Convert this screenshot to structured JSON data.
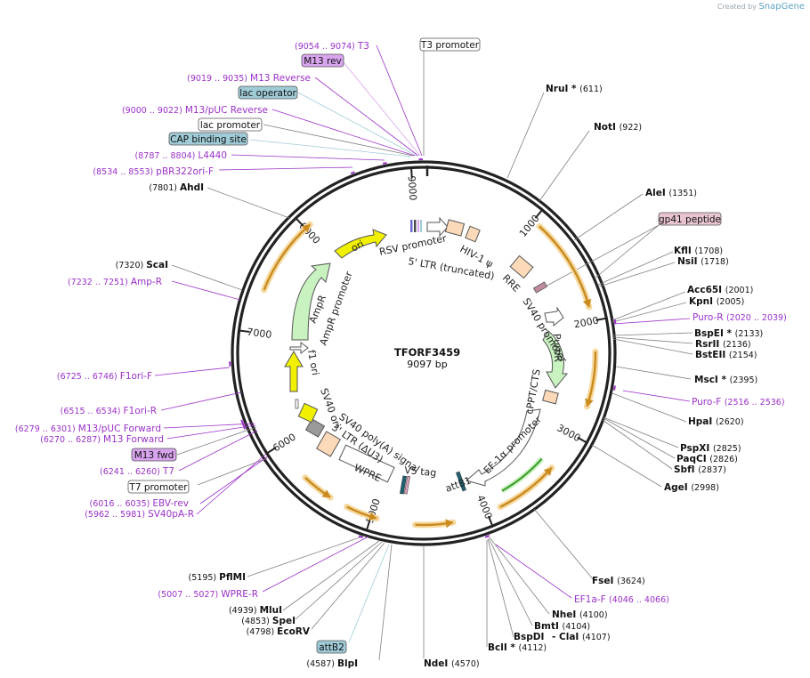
{
  "credit": {
    "created_by": "Created by",
    "brand": "SnapGene"
  },
  "plasmid": {
    "name": "TFORF3459",
    "length": "9097 bp"
  },
  "ticks": [
    {
      "label": "1000"
    },
    {
      "label": "2000"
    },
    {
      "label": "3000"
    },
    {
      "label": "4000"
    },
    {
      "label": "5000"
    },
    {
      "label": "6000"
    },
    {
      "label": "7000"
    },
    {
      "label": "8000"
    },
    {
      "label": "9000"
    }
  ],
  "enzymes": [
    {
      "name": "NruI *",
      "pos": "(611)"
    },
    {
      "name": "NotI",
      "pos": "(922)"
    },
    {
      "name": "AleI",
      "pos": "(1351)"
    },
    {
      "name": "KflI",
      "pos": "(1708)"
    },
    {
      "name": "NsiI",
      "pos": "(1718)"
    },
    {
      "name": "Acc65I",
      "pos": "(2001)"
    },
    {
      "name": "KpnI",
      "pos": "(2005)"
    },
    {
      "name": "BspEI *",
      "pos": "(2133)"
    },
    {
      "name": "RsrII",
      "pos": "(2136)"
    },
    {
      "name": "BstEII",
      "pos": "(2154)"
    },
    {
      "name": "MscI *",
      "pos": "(2395)"
    },
    {
      "name": "HpaI",
      "pos": "(2620)"
    },
    {
      "name": "PspXI",
      "pos": "(2825)"
    },
    {
      "name": "PaqCI",
      "pos": "(2826)"
    },
    {
      "name": "SbfI",
      "pos": "(2837)"
    },
    {
      "name": "AgeI",
      "pos": "(2998)"
    },
    {
      "name": "FseI",
      "pos": "(3624)"
    },
    {
      "name": "NheI",
      "pos": "(4100)"
    },
    {
      "name": "BmtI",
      "pos": "(4104)"
    },
    {
      "name": "BspDI",
      "pos": ""
    },
    {
      "name": "- ClaI",
      "pos": "(4107)"
    },
    {
      "name": "BclI *",
      "pos": "(4112)"
    },
    {
      "name": "NdeI",
      "pos": "(4570)"
    },
    {
      "name": "BlpI",
      "pos": "(4587)"
    },
    {
      "name": "EcoRV",
      "pos": "(4798)"
    },
    {
      "name": "SpeI",
      "pos": "(4853)"
    },
    {
      "name": "MluI",
      "pos": "(4939)"
    },
    {
      "name": "PflMI",
      "pos": "(5195)"
    },
    {
      "name": "AhdI",
      "pos": "(7801)"
    },
    {
      "name": "ScaI",
      "pos": "(7320)"
    }
  ],
  "primers": [
    {
      "name": "T3",
      "pos": "(9054 .. 9074)"
    },
    {
      "name": "M13 Reverse",
      "pos": "(9019 .. 9035)"
    },
    {
      "name": "M13/pUC Reverse",
      "pos": "(9000 .. 9022)"
    },
    {
      "name": "L4440",
      "pos": "(8787 .. 8804)"
    },
    {
      "name": "pBR322ori-F",
      "pos": "(8534 .. 8553)"
    },
    {
      "name": "Amp-R",
      "pos": "(7232 .. 7251)"
    },
    {
      "name": "F1ori-F",
      "pos": "(6725 .. 6746)"
    },
    {
      "name": "F1ori-R",
      "pos": "(6515 .. 6534)"
    },
    {
      "name": "M13/pUC Forward",
      "pos": "(6279 .. 6301)"
    },
    {
      "name": "M13 Forward",
      "pos": "(6270 .. 6287)"
    },
    {
      "name": "T7",
      "pos": "(6241 .. 6260)"
    },
    {
      "name": "EBV-rev",
      "pos": "(6016 .. 6035)"
    },
    {
      "name": "SV40pA-R",
      "pos": "(5962 .. 5981)"
    },
    {
      "name": "WPRE-R",
      "pos": "(5007 .. 5027)"
    },
    {
      "name": "Puro-R",
      "pos": "(2020 .. 2039)"
    },
    {
      "name": "Puro-F",
      "pos": "(2516 .. 2536)"
    },
    {
      "name": "EF1a-F",
      "pos": "(4046 .. 4066)"
    }
  ],
  "boxed_labels": [
    {
      "text": "T3 promoter",
      "kind": "promoter"
    },
    {
      "text": "M13 rev",
      "kind": "primer-bind"
    },
    {
      "text": "lac operator",
      "kind": "protein-bind"
    },
    {
      "text": "lac promoter",
      "kind": "promoter"
    },
    {
      "text": "CAP binding site",
      "kind": "protein-bind"
    },
    {
      "text": "gp41 peptide",
      "kind": "misc"
    },
    {
      "text": "M13 fwd",
      "kind": "primer-bind"
    },
    {
      "text": "T7 promoter",
      "kind": "promoter"
    },
    {
      "text": "attB2",
      "kind": "protein-bind"
    }
  ],
  "features": [
    {
      "text": "RSV promoter"
    },
    {
      "text": "5' LTR (truncated)"
    },
    {
      "text": "HIV-1 ψ"
    },
    {
      "text": "RRE"
    },
    {
      "text": "SV40 promoter"
    },
    {
      "text": "PuroR"
    },
    {
      "text": "cPPT/CTS"
    },
    {
      "text": "EF-1α promoter"
    },
    {
      "text": "attB1"
    },
    {
      "text": "V5 tag"
    },
    {
      "text": "WPRE"
    },
    {
      "text": "3' LTR (ΔU3)"
    },
    {
      "text": "SV40 poly(A) signal"
    },
    {
      "text": "SV40 ori"
    },
    {
      "text": "f1 ori"
    },
    {
      "text": "AmpR promoter"
    },
    {
      "text": "AmpR"
    },
    {
      "text": "ori"
    }
  ],
  "colors": {
    "enzyme_text": "#000000",
    "primer_text": "#9b30c8",
    "promoter_fill": "#ffffff",
    "protein_bind_fill": "#9fcbd6",
    "primer_bind_fill": "#d8a4ee",
    "misc_fill": "#e8c4d0",
    "orf_arrow": "#c98a1e",
    "orf_glow": "#f5d9a0"
  }
}
